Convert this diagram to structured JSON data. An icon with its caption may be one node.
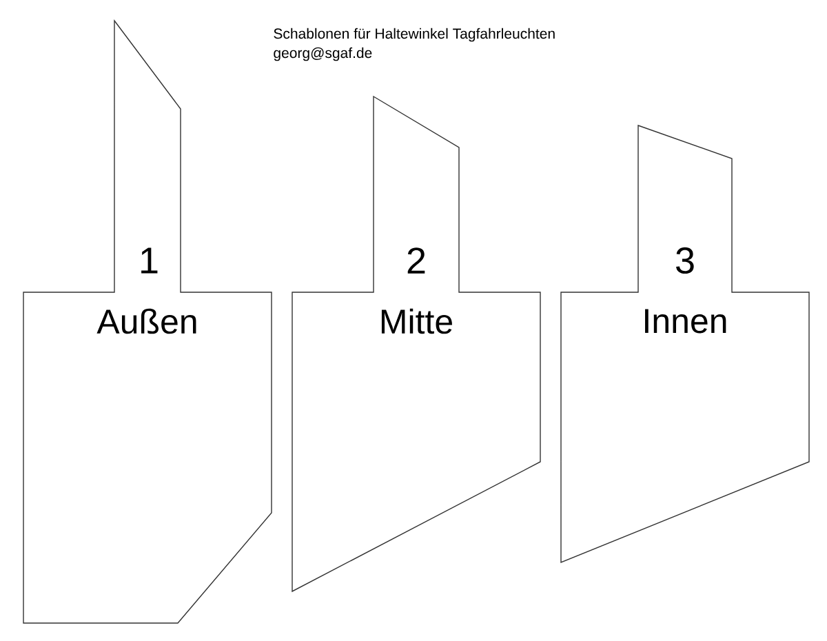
{
  "diagram": {
    "title": "Schablonen für Haltewinkel Tagfahrleuchten",
    "nodes": [
      {
        "text": [
          "1",
          "Außen"
        ]
      },
      {
        "text": [
          "2",
          "Mitte"
        ]
      },
      {
        "text": [
          "3",
          "Innen"
        ]
      }
    ],
    "edges": [],
    "labels": [
      "georg@sgaf.de"
    ]
  }
}
